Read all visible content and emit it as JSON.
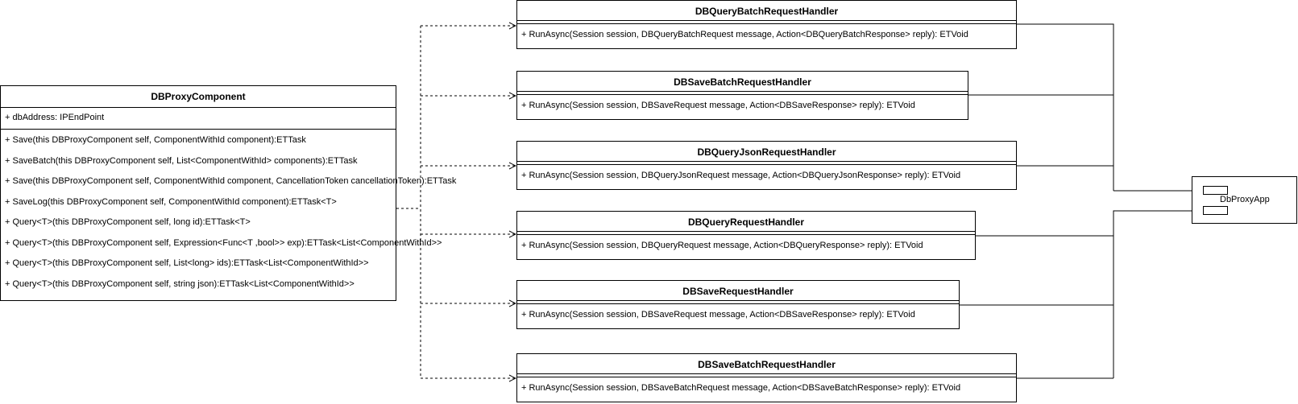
{
  "proxy": {
    "name": "DBProxyComponent",
    "attributes": [
      "+ dbAddress: IPEndPoint"
    ],
    "methods": [
      "+ Save(this DBProxyComponent self, ComponentWithId component):ETTask",
      "+ SaveBatch(this DBProxyComponent self, List<ComponentWithId> components):ETTask",
      "+ Save(this DBProxyComponent self, ComponentWithId component, CancellationToken cancellationToken):ETTask",
      "+ SaveLog(this DBProxyComponent self, ComponentWithId component):ETTask<T>",
      "+ Query<T>(this DBProxyComponent self, long id):ETTask<T>",
      "+ Query<T>(this DBProxyComponent self, Expression<Func<T ,bool>> exp):ETTask<List<ComponentWithId>>",
      "+ Query<T>(this DBProxyComponent self, List<long> ids):ETTask<List<ComponentWithId>>",
      "+ Query<T>(this DBProxyComponent self, string json):ETTask<List<ComponentWithId>>"
    ]
  },
  "handlers": [
    {
      "name": "DBQueryBatchRequestHandler",
      "method": "+ RunAsync(Session session, DBQueryBatchRequest message, Action<DBQueryBatchResponse> reply): ETVoid"
    },
    {
      "name": "DBSaveBatchRequestHandler",
      "method": "+ RunAsync(Session session, DBSaveRequest message, Action<DBSaveResponse> reply): ETVoid"
    },
    {
      "name": "DBQueryJsonRequestHandler",
      "method": "+ RunAsync(Session session, DBQueryJsonRequest message, Action<DBQueryJsonResponse> reply): ETVoid"
    },
    {
      "name": "DBQueryRequestHandler",
      "method": "+ RunAsync(Session session, DBQueryRequest message, Action<DBQueryResponse> reply): ETVoid"
    },
    {
      "name": "DBSaveRequestHandler",
      "method": "+ RunAsync(Session session, DBSaveRequest message, Action<DBSaveResponse> reply): ETVoid"
    },
    {
      "name": "DBSaveBatchRequestHandler",
      "method": "+ RunAsync(Session session, DBSaveBatchRequest message, Action<DBSaveBatchResponse> reply): ETVoid"
    }
  ],
  "component": {
    "name": "DbProxyApp"
  }
}
